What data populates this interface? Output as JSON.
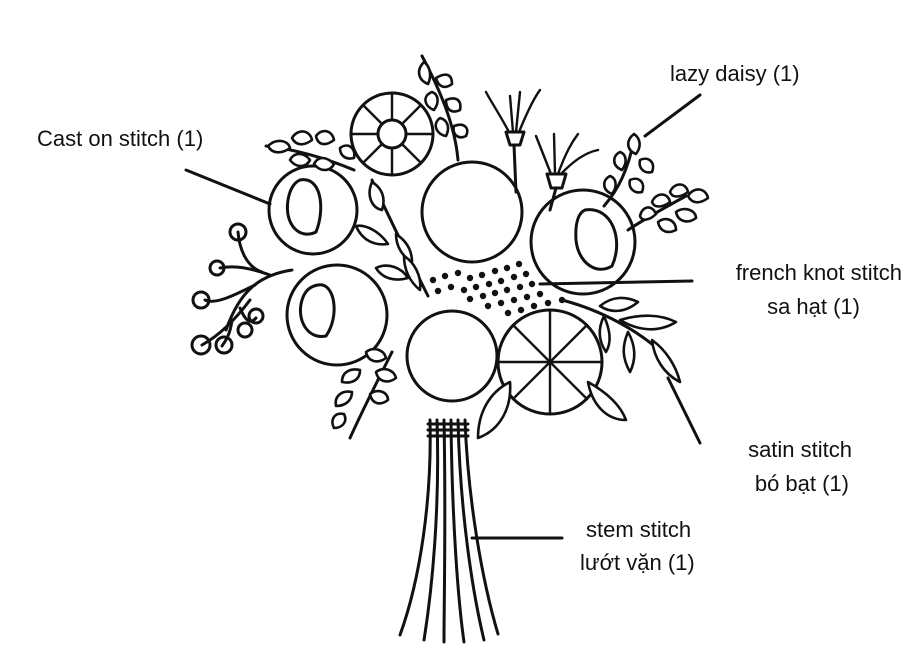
{
  "labels": {
    "cast_on": "Cast on stitch (1)",
    "lazy_daisy": "lazy daisy (1)",
    "french_knot_line1": "french knot stitch",
    "french_knot_line2": "sa hạt (1)",
    "satin_line1": "satin stitch",
    "satin_line2": "bó bạt (1)",
    "stem_line1": "stem stitch",
    "stem_line2": "lướt vặn (1)"
  },
  "colors": {
    "ink": "#111111",
    "background": "#ffffff"
  }
}
